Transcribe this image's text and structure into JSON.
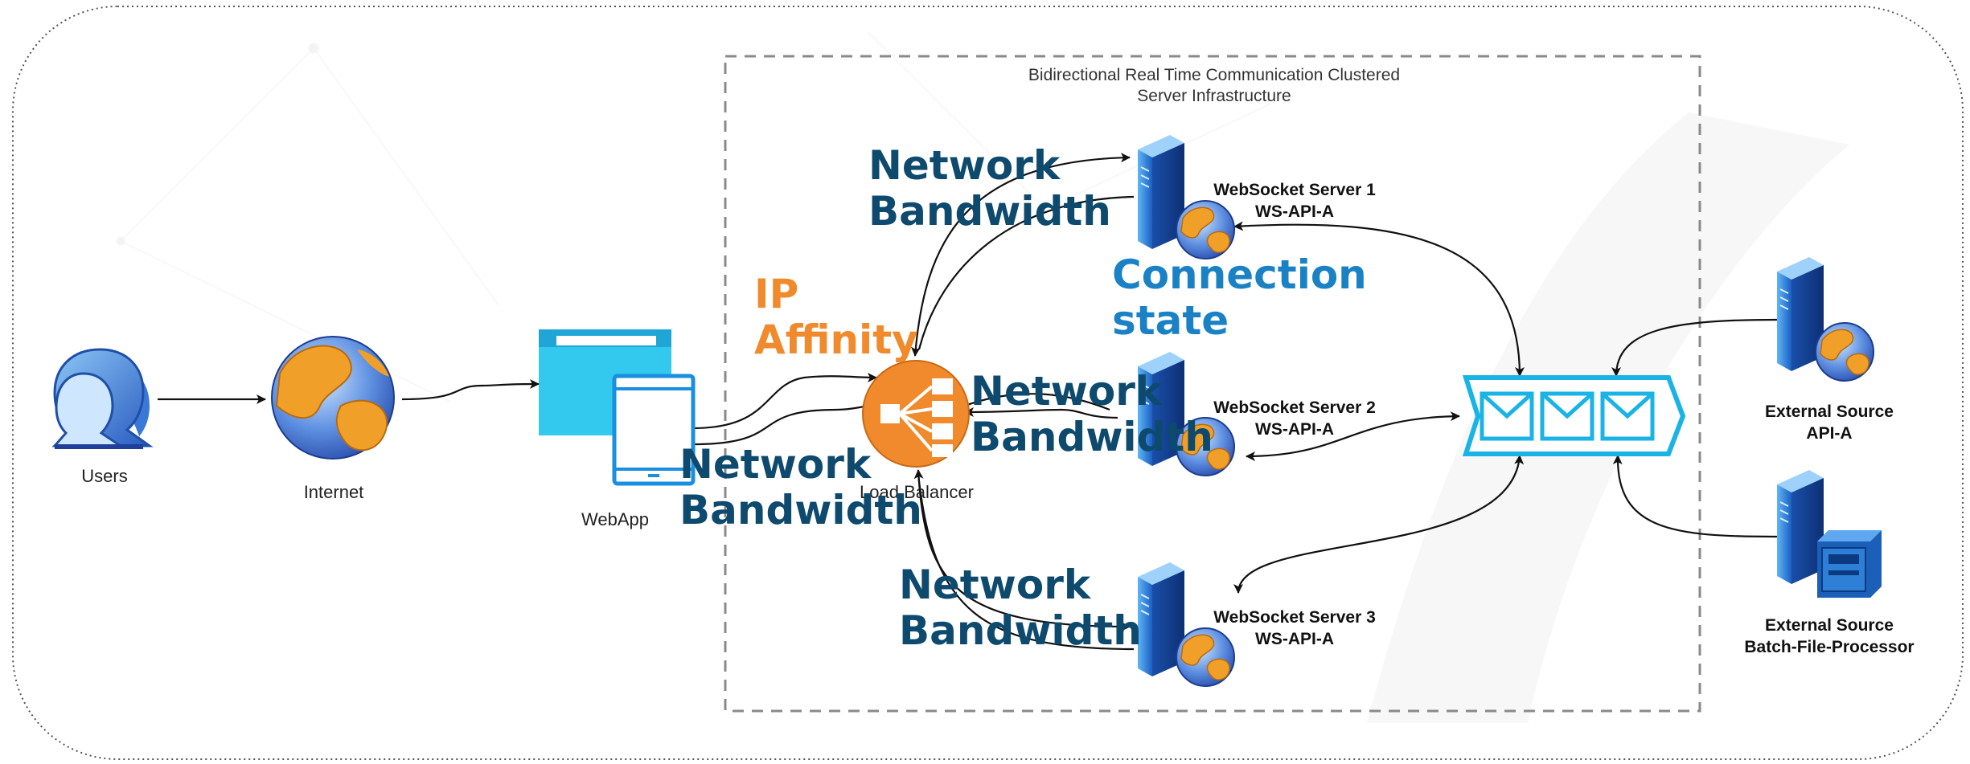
{
  "cluster": {
    "title_line1": "Bidirectional Real Time Communication Clustered",
    "title_line2": "Server Infrastructure"
  },
  "nodes": {
    "users": "Users",
    "internet": "Internet",
    "webapp": "WebApp",
    "load_balancer": "Load Balancer",
    "server1": {
      "name": "WebSocket Server 1",
      "api": "WS-API-A"
    },
    "server2": {
      "name": "WebSocket Server 2",
      "api": "WS-API-A"
    },
    "server3": {
      "name": "WebSocket Server 3",
      "api": "WS-API-A"
    },
    "ext_api": {
      "line1": "External Source",
      "line2": "API-A"
    },
    "ext_batch": {
      "line1": "External Source",
      "line2": "Batch-File-Processor"
    }
  },
  "annotations": {
    "bw1": {
      "l1": "Network",
      "l2": "Bandwidth"
    },
    "bw2": {
      "l1": "Network",
      "l2": "Bandwidth"
    },
    "bw3": {
      "l1": "Network",
      "l2": "Bandwidth"
    },
    "bw4": {
      "l1": "Network",
      "l2": "Bandwidth"
    },
    "ip": {
      "l1": "IP",
      "l2": "Affinity"
    },
    "conn": {
      "l1": "Connection",
      "l2": "state"
    }
  },
  "colors": {
    "annotation_navy": "#0d4a6e",
    "annotation_orange": "#f08a2c",
    "annotation_blue": "#1a82c4",
    "load_balancer": "#f08a2c",
    "queue": "#1ab3e6",
    "server": "#2e7fd6"
  },
  "icons": [
    "users-icon",
    "globe-icon",
    "browser-window-icon",
    "tablet-icon",
    "load-balancer-icon",
    "server-icon",
    "message-queue-icon",
    "batch-file-icon"
  ]
}
